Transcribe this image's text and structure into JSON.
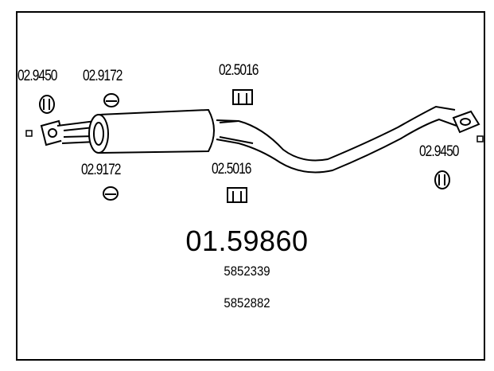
{
  "part_number": "01.59860",
  "oem_numbers": [
    "5852339",
    "5852882"
  ],
  "component_labels": {
    "left_rubber": "02.9450",
    "left_clamp_top": "02.9172",
    "left_clamp_bottom": "02.9172",
    "mid_clamp_top": "02.5016",
    "mid_clamp_bottom": "02.5016",
    "right_rubber": "02.9450"
  }
}
